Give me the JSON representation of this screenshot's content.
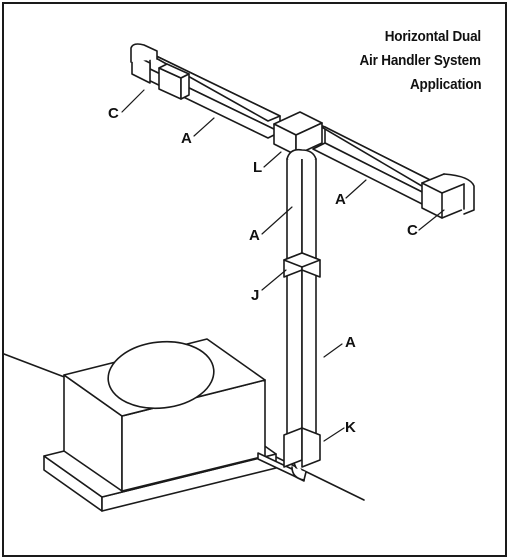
{
  "title": {
    "lines": [
      "Horizontal Dual",
      "Air Handler System",
      "Application"
    ]
  },
  "callouts": {
    "c_left": "C",
    "a_top_left": "A",
    "l_tee": "L",
    "a_top_right": "A",
    "c_right": "C",
    "a_upper_vertical": "A",
    "j_coupling": "J",
    "a_lower_vertical": "A",
    "k_elbow": "K"
  },
  "colors": {
    "stroke": "#1a1a1a",
    "fill": "#ffffff"
  }
}
